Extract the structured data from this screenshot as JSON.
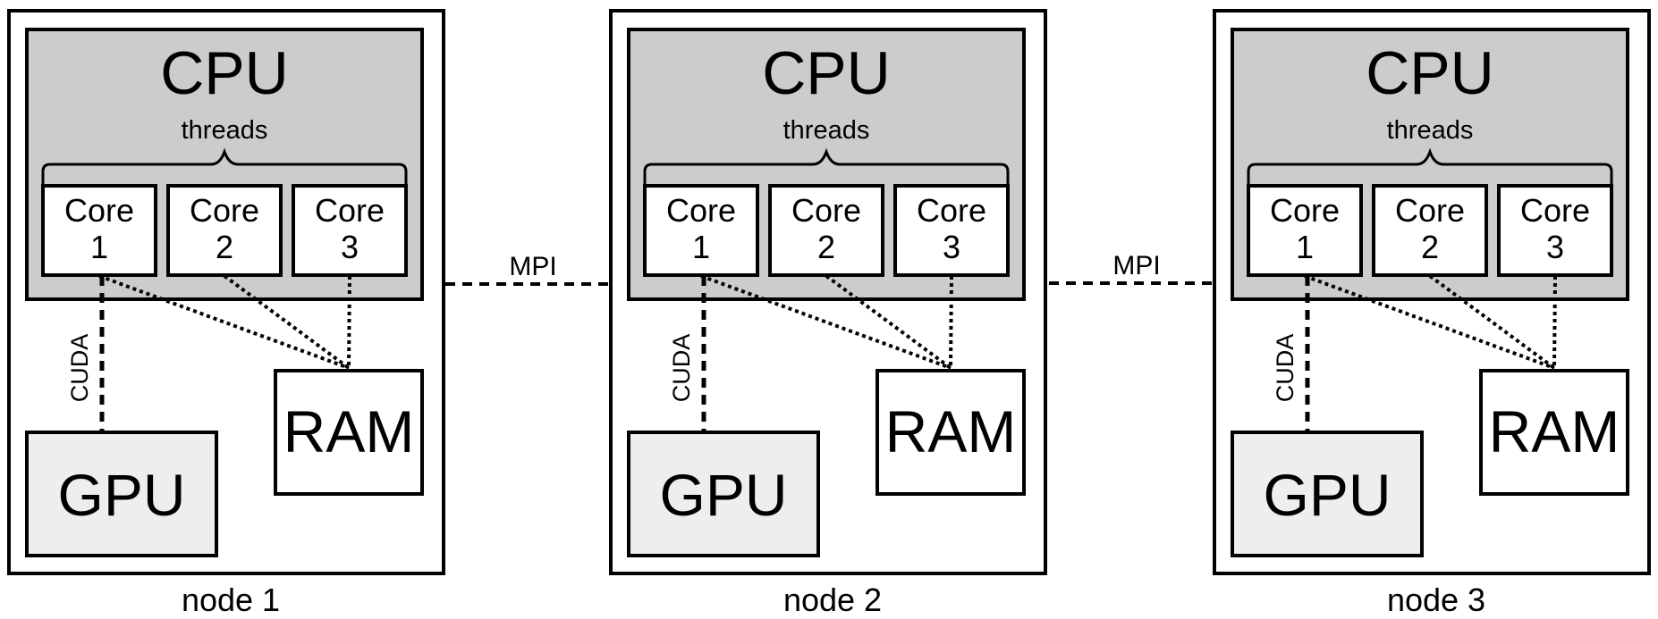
{
  "nodes": [
    {
      "label": "node 1",
      "cpu_label": "CPU",
      "threads_label": "threads",
      "cores": [
        {
          "line1": "Core",
          "line2": "1"
        },
        {
          "line1": "Core",
          "line2": "2"
        },
        {
          "line1": "Core",
          "line2": "3"
        }
      ],
      "gpu_label": "GPU",
      "ram_label": "RAM",
      "cuda_label": "CUDA"
    },
    {
      "label": "node 2",
      "cpu_label": "CPU",
      "threads_label": "threads",
      "cores": [
        {
          "line1": "Core",
          "line2": "1"
        },
        {
          "line1": "Core",
          "line2": "2"
        },
        {
          "line1": "Core",
          "line2": "3"
        }
      ],
      "gpu_label": "GPU",
      "ram_label": "RAM",
      "cuda_label": "CUDA"
    },
    {
      "label": "node 3",
      "cpu_label": "CPU",
      "threads_label": "threads",
      "cores": [
        {
          "line1": "Core",
          "line2": "1"
        },
        {
          "line1": "Core",
          "line2": "2"
        },
        {
          "line1": "Core",
          "line2": "3"
        }
      ],
      "gpu_label": "GPU",
      "ram_label": "RAM",
      "cuda_label": "CUDA"
    }
  ],
  "links": [
    {
      "label": "MPI"
    },
    {
      "label": "MPI"
    }
  ],
  "colors": {
    "cpu_fill": "#cccccc",
    "gpu_fill": "#eeeeee",
    "box_fill": "#ffffff",
    "stroke": "#000000"
  }
}
